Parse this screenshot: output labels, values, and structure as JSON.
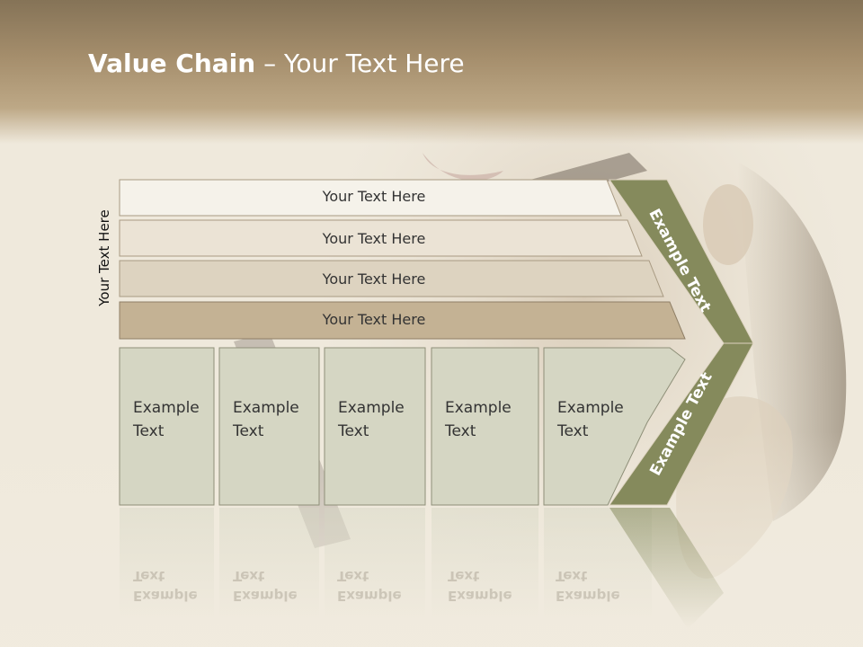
{
  "slide": {
    "title_bold": "Value Chain",
    "title_rest": " – Your Text Here",
    "side_label": "Your Text Here"
  },
  "rows": [
    {
      "label": "Your Text Here"
    },
    {
      "label": "Your Text Here"
    },
    {
      "label": "Your Text Here"
    },
    {
      "label": "Your Text Here"
    }
  ],
  "cells": [
    {
      "line1": "Example",
      "line2": "Text"
    },
    {
      "line1": "Example",
      "line2": "Text"
    },
    {
      "line1": "Example",
      "line2": "Text"
    },
    {
      "line1": "Example",
      "line2": "Text"
    },
    {
      "line1": "Example",
      "line2": "Text"
    }
  ],
  "chevrons": {
    "upper_label": "Example Text",
    "lower_label": "Example Text"
  },
  "colors": {
    "header": "#a58e6c",
    "chevron_fill": "#858a5c",
    "row_fills": [
      "#f5f2ea",
      "#ebe3d5",
      "#ddd3c0",
      "#c4b294"
    ],
    "cell_fill": "#d5d6c3"
  }
}
